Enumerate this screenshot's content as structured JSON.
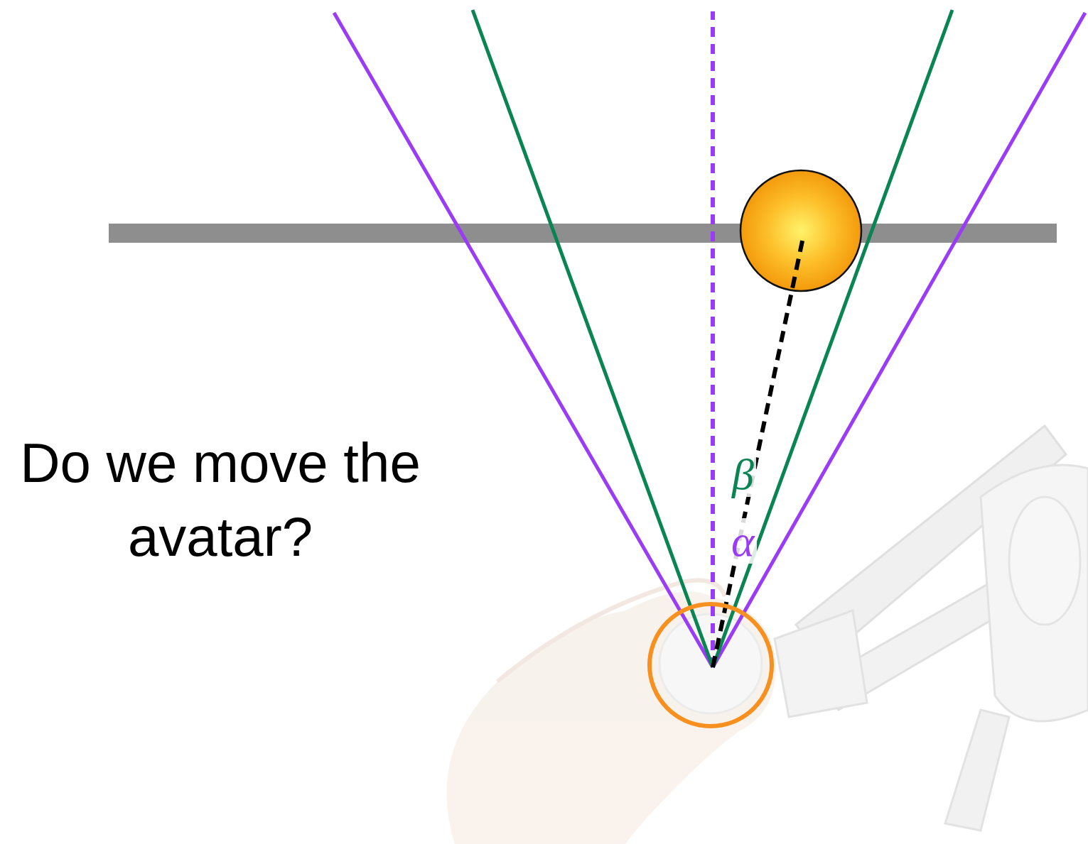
{
  "diagram": {
    "labels": [
      "Do we move the avatar?",
      "β",
      "α"
    ]
  }
}
